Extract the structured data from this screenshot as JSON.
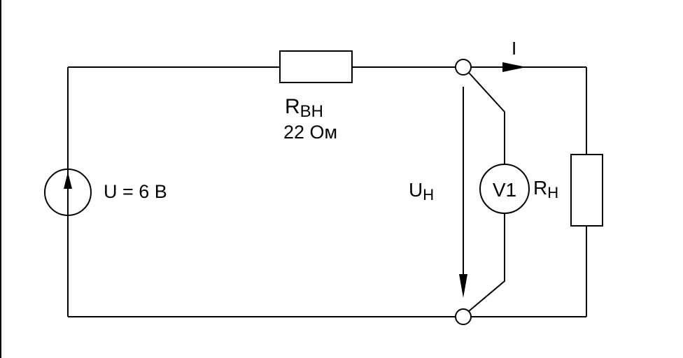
{
  "labels": {
    "source": "U = 6 В",
    "rvn_main": "R",
    "rvn_sub": "ВН",
    "rvn_value": "22 Ом",
    "current": "I",
    "un_main": "U",
    "un_sub": "Н",
    "voltmeter": "V1",
    "rn_main": "R",
    "rn_sub": "Н"
  },
  "colors": {
    "line": "#000000",
    "background": "#ffffff"
  }
}
